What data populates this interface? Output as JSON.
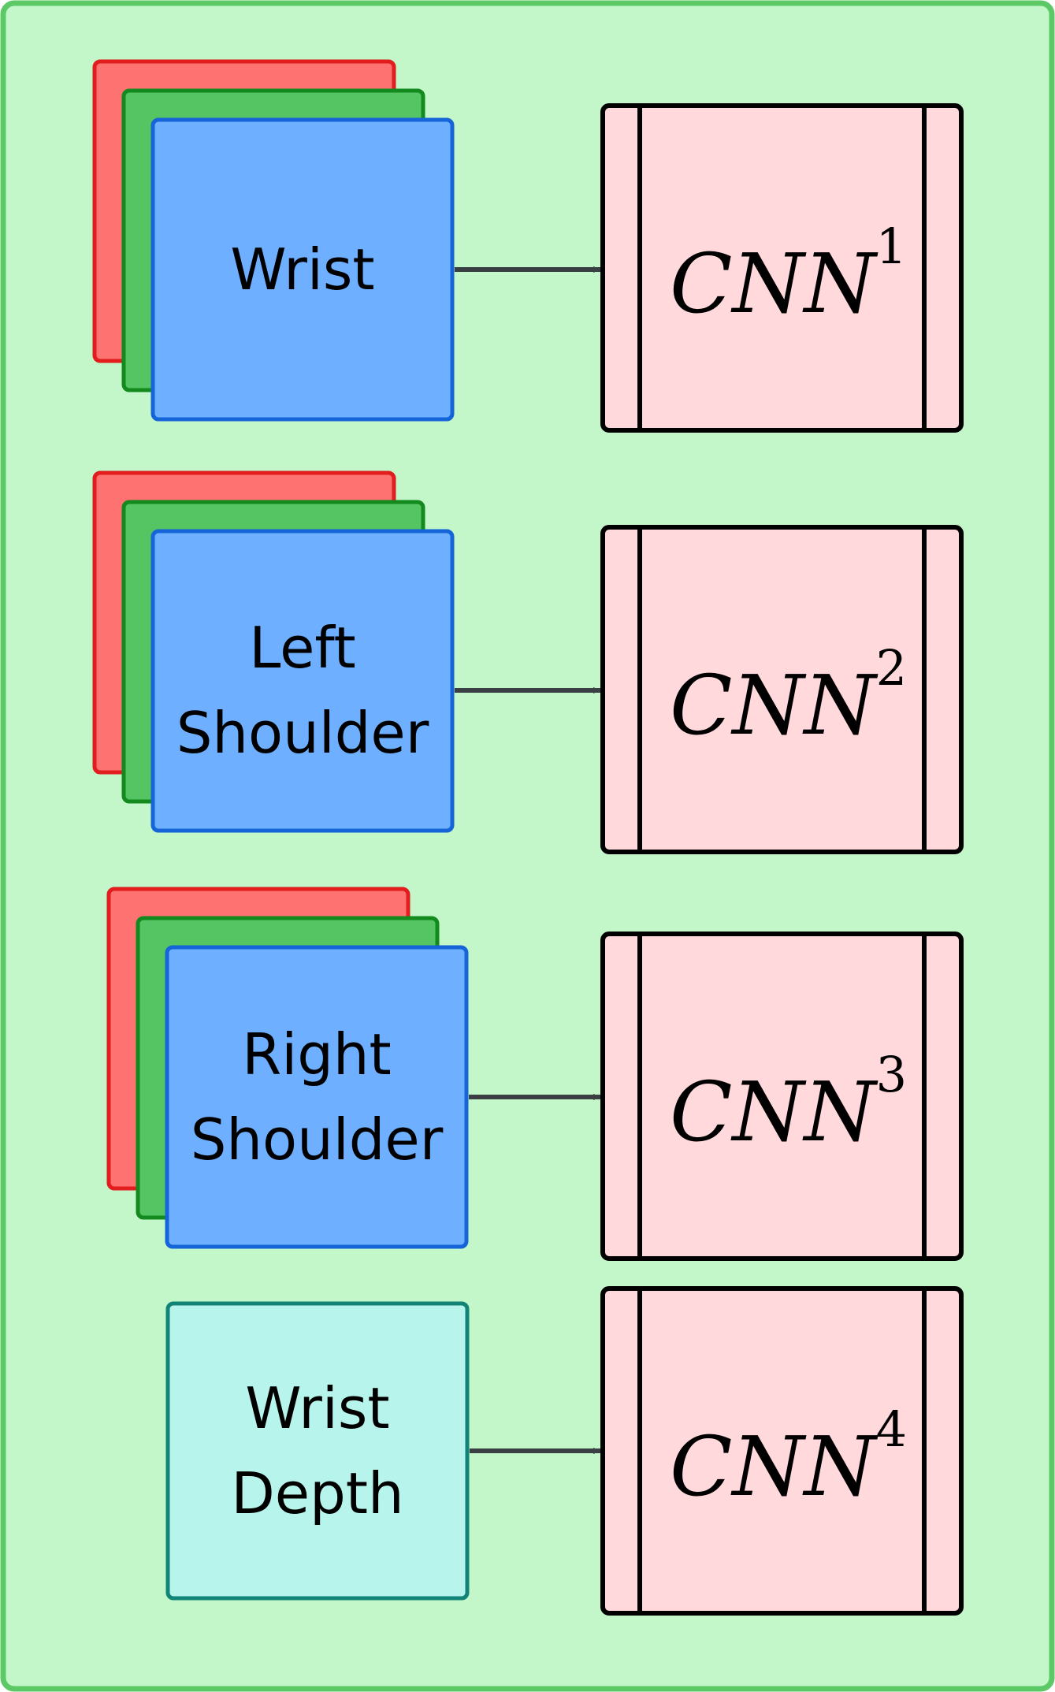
{
  "inputs": [
    {
      "lines": [
        "Wrist"
      ],
      "kind": "rgb"
    },
    {
      "lines": [
        "Left",
        "Shoulder"
      ],
      "kind": "rgb"
    },
    {
      "lines": [
        "Right",
        "Shoulder"
      ],
      "kind": "rgb"
    },
    {
      "lines": [
        "Wrist",
        "Depth"
      ],
      "kind": "depth"
    }
  ],
  "networks": [
    {
      "base": "CNN",
      "sup": "1"
    },
    {
      "base": "CNN",
      "sup": "2"
    },
    {
      "base": "CNN",
      "sup": "3"
    },
    {
      "base": "CNN",
      "sup": "4"
    }
  ],
  "colors": {
    "background": "#c3f7ca",
    "border": "#5cc866",
    "red_fill": "#ff7272",
    "red_stroke": "#e11d1d",
    "green_fill": "#55c462",
    "green_stroke": "#128a1e",
    "blue_fill": "#6eb0ff",
    "blue_stroke": "#1565d8",
    "depth_fill": "#b7f5ec",
    "depth_stroke": "#128477",
    "cnn_fill": "#ffd9dc",
    "cnn_stroke": "#000000",
    "arrow": "#3a3f44"
  }
}
